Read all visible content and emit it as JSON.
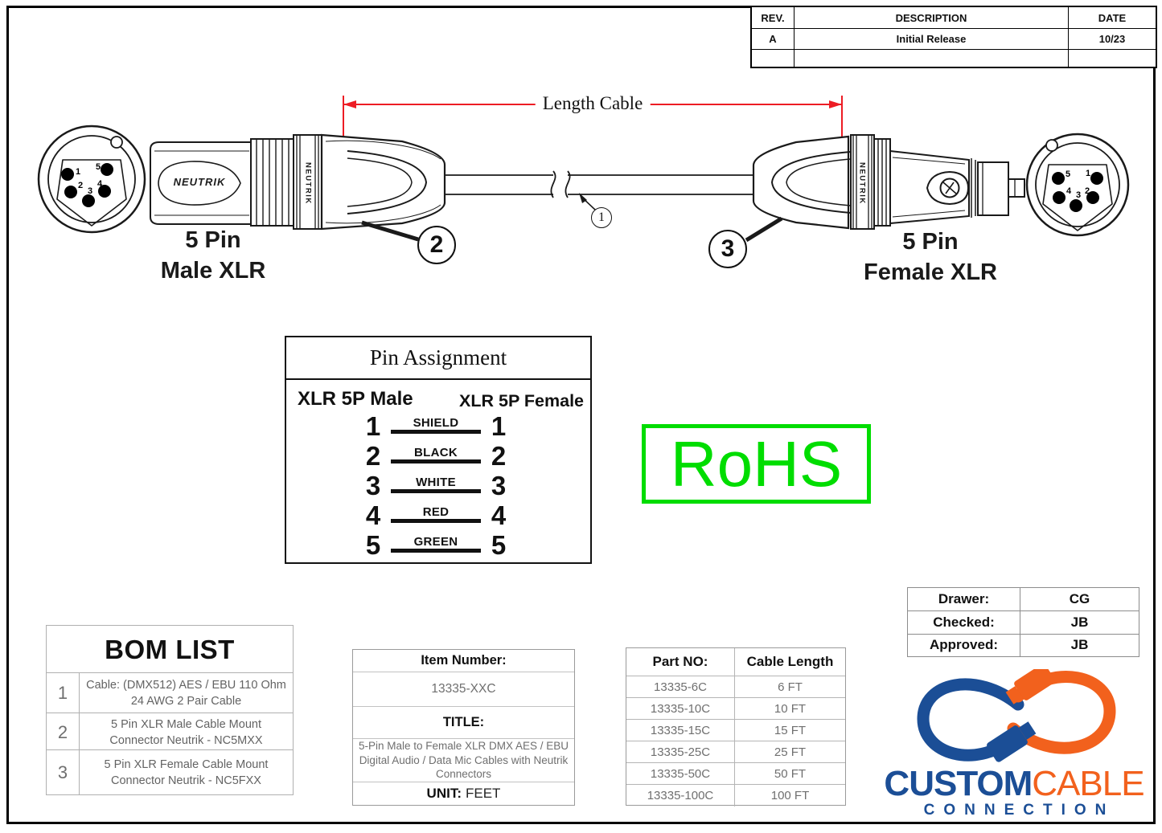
{
  "revision_table": {
    "headers": [
      "REV.",
      "DESCRIPTION",
      "DATE"
    ],
    "rows": [
      {
        "rev": "A",
        "description": "Initial Release",
        "date": "10/23"
      },
      {
        "rev": "",
        "description": "",
        "date": ""
      }
    ]
  },
  "diagram": {
    "dimension_label": "Length Cable",
    "dimension_color": "#ed1c24",
    "brand": "NEUTRIK",
    "pin_numbers": [
      "1",
      "2",
      "3",
      "4",
      "5"
    ],
    "male_connector": {
      "label_line1": "5 Pin",
      "label_line2": "Male XLR",
      "callout": "2"
    },
    "female_connector": {
      "label_line1": "5 Pin",
      "label_line2": "Female XLR",
      "callout": "3"
    },
    "cable_callout": "1"
  },
  "pin_assignment": {
    "title": "Pin Assignment",
    "left_header": "XLR 5P Male",
    "right_header": "XLR 5P Female",
    "rows": [
      {
        "left": "1",
        "wire": "SHIELD",
        "right": "1"
      },
      {
        "left": "2",
        "wire": "BLACK",
        "right": "2"
      },
      {
        "left": "3",
        "wire": "WHITE",
        "right": "3"
      },
      {
        "left": "4",
        "wire": "RED",
        "right": "4"
      },
      {
        "left": "5",
        "wire": "GREEN",
        "right": "5"
      }
    ]
  },
  "rohs": {
    "label": "RoHS",
    "color": "#00dd00"
  },
  "approval_table": {
    "rows": [
      {
        "label": "Drawer:",
        "value": "CG"
      },
      {
        "label": "Checked:",
        "value": "JB"
      },
      {
        "label": "Approved:",
        "value": "JB"
      }
    ]
  },
  "bom_list": {
    "title": "BOM LIST",
    "rows": [
      {
        "no": "1",
        "description": "Cable: (DMX512) AES / EBU 110 Ohm 24 AWG 2 Pair Cable"
      },
      {
        "no": "2",
        "description": "5 Pin XLR Male Cable Mount Connector Neutrik - NC5MXX"
      },
      {
        "no": "3",
        "description": "5 Pin XLR Female Cable Mount Connector Neutrik - NC5FXX"
      }
    ]
  },
  "item_info": {
    "item_number_label": "Item Number:",
    "item_number": "13335-XXC",
    "title_label": "TITLE:",
    "title": "5-Pin Male to Female XLR DMX AES / EBU Digital Audio / Data Mic Cables with Neutrik Connectors",
    "unit_label": "UNIT:",
    "unit_value": "FEET"
  },
  "part_table": {
    "headers": [
      "Part NO:",
      "Cable Length"
    ],
    "rows": [
      {
        "part_no": "13335-6C",
        "length": "6 FT"
      },
      {
        "part_no": "13335-10C",
        "length": "10 FT"
      },
      {
        "part_no": "13335-15C",
        "length": "15 FT"
      },
      {
        "part_no": "13335-25C",
        "length": "25 FT"
      },
      {
        "part_no": "13335-50C",
        "length": "50 FT"
      },
      {
        "part_no": "13335-100C",
        "length": "100 FT"
      }
    ]
  },
  "logo": {
    "word_custom": "CUSTOM",
    "word_cable": "CABLE",
    "word_connection": "CONNECTION",
    "blue": "#1b4e96",
    "orange": "#f2611d"
  }
}
